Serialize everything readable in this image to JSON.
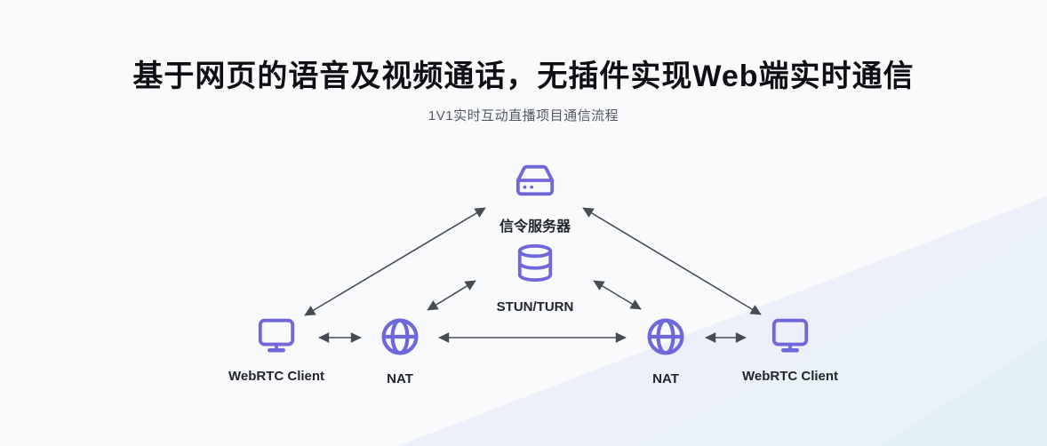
{
  "header": {
    "title": "基于网页的语音及视频通话，无插件实现Web端实时通信",
    "subtitle": "1V1实时互动直播项目通信流程"
  },
  "diagram": {
    "nodes": [
      {
        "id": "signal-server",
        "label": "信令服务器",
        "icon": "hard-drive-icon"
      },
      {
        "id": "stun-turn",
        "label": "STUN/TURN",
        "icon": "database-icon"
      },
      {
        "id": "webrtc-client-left",
        "label": "WebRTC Client",
        "icon": "monitor-icon"
      },
      {
        "id": "nat-left",
        "label": "NAT",
        "icon": "globe-icon"
      },
      {
        "id": "nat-right",
        "label": "NAT",
        "icon": "globe-icon"
      },
      {
        "id": "webrtc-client-right",
        "label": "WebRTC Client",
        "icon": "monitor-icon"
      }
    ],
    "edges": [
      {
        "from": "webrtc-client-left",
        "to": "signal-server",
        "style": "double-arrow"
      },
      {
        "from": "signal-server",
        "to": "webrtc-client-right",
        "style": "double-arrow"
      },
      {
        "from": "nat-left",
        "to": "stun-turn",
        "style": "double-arrow"
      },
      {
        "from": "stun-turn",
        "to": "nat-right",
        "style": "double-arrow"
      },
      {
        "from": "webrtc-client-left",
        "to": "nat-left",
        "style": "double-arrow"
      },
      {
        "from": "nat-left",
        "to": "nat-right",
        "style": "double-arrow"
      },
      {
        "from": "nat-right",
        "to": "webrtc-client-right",
        "style": "double-arrow"
      }
    ],
    "colors": {
      "icon": "#6f68da",
      "arrow": "#474b54",
      "label": "#22252b"
    }
  }
}
